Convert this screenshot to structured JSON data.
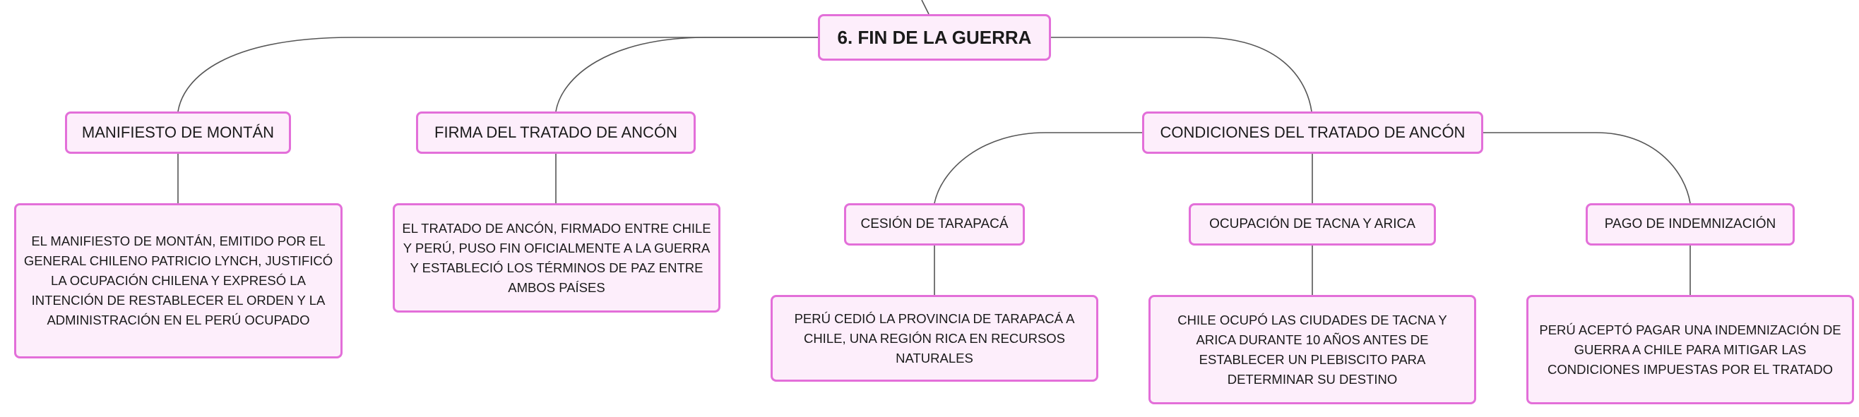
{
  "diagram": {
    "root": {
      "label": "6. FIN DE LA GUERRA"
    },
    "branches": [
      {
        "label": "MANIFIESTO DE MONTÁN",
        "detail": "EL MANIFIESTO DE MONTÁN, EMITIDO POR EL GENERAL CHILENO PATRICIO LYNCH, JUSTIFICÓ LA OCUPACIÓN CHILENA Y EXPRESÓ LA INTENCIÓN DE RESTABLECER EL ORDEN Y LA ADMINISTRACIÓN EN EL PERÚ OCUPADO"
      },
      {
        "label": "FIRMA DEL TRATADO DE ANCÓN",
        "detail": "EL TRATADO DE ANCÓN, FIRMADO ENTRE CHILE Y PERÚ, PUSO FIN OFICIALMENTE A LA GUERRA Y ESTABLECIÓ LOS TÉRMINOS DE PAZ ENTRE AMBOS PAÍSES"
      },
      {
        "label": "CONDICIONES DEL TRATADO DE ANCÓN",
        "children": [
          {
            "label": "CESIÓN DE TARAPACÁ",
            "detail": "PERÚ CEDIÓ LA PROVINCIA DE TARAPACÁ A CHILE, UNA REGIÓN RICA EN RECURSOS NATURALES"
          },
          {
            "label": "OCUPACIÓN DE TACNA Y ARICA",
            "detail": "CHILE OCUPÓ LAS CIUDADES DE TACNA Y ARICA DURANTE 10 AÑOS ANTES DE ESTABLECER UN PLEBISCITO PARA DETERMINAR SU DESTINO"
          },
          {
            "label": "PAGO DE INDEMNIZACIÓN",
            "detail": "PERÚ ACEPTÓ PAGAR UNA INDEMNIZACIÓN DE GUERRA A CHILE PARA MITIGAR LAS CONDICIONES IMPUESTAS POR EL TRATADO"
          }
        ]
      }
    ]
  }
}
